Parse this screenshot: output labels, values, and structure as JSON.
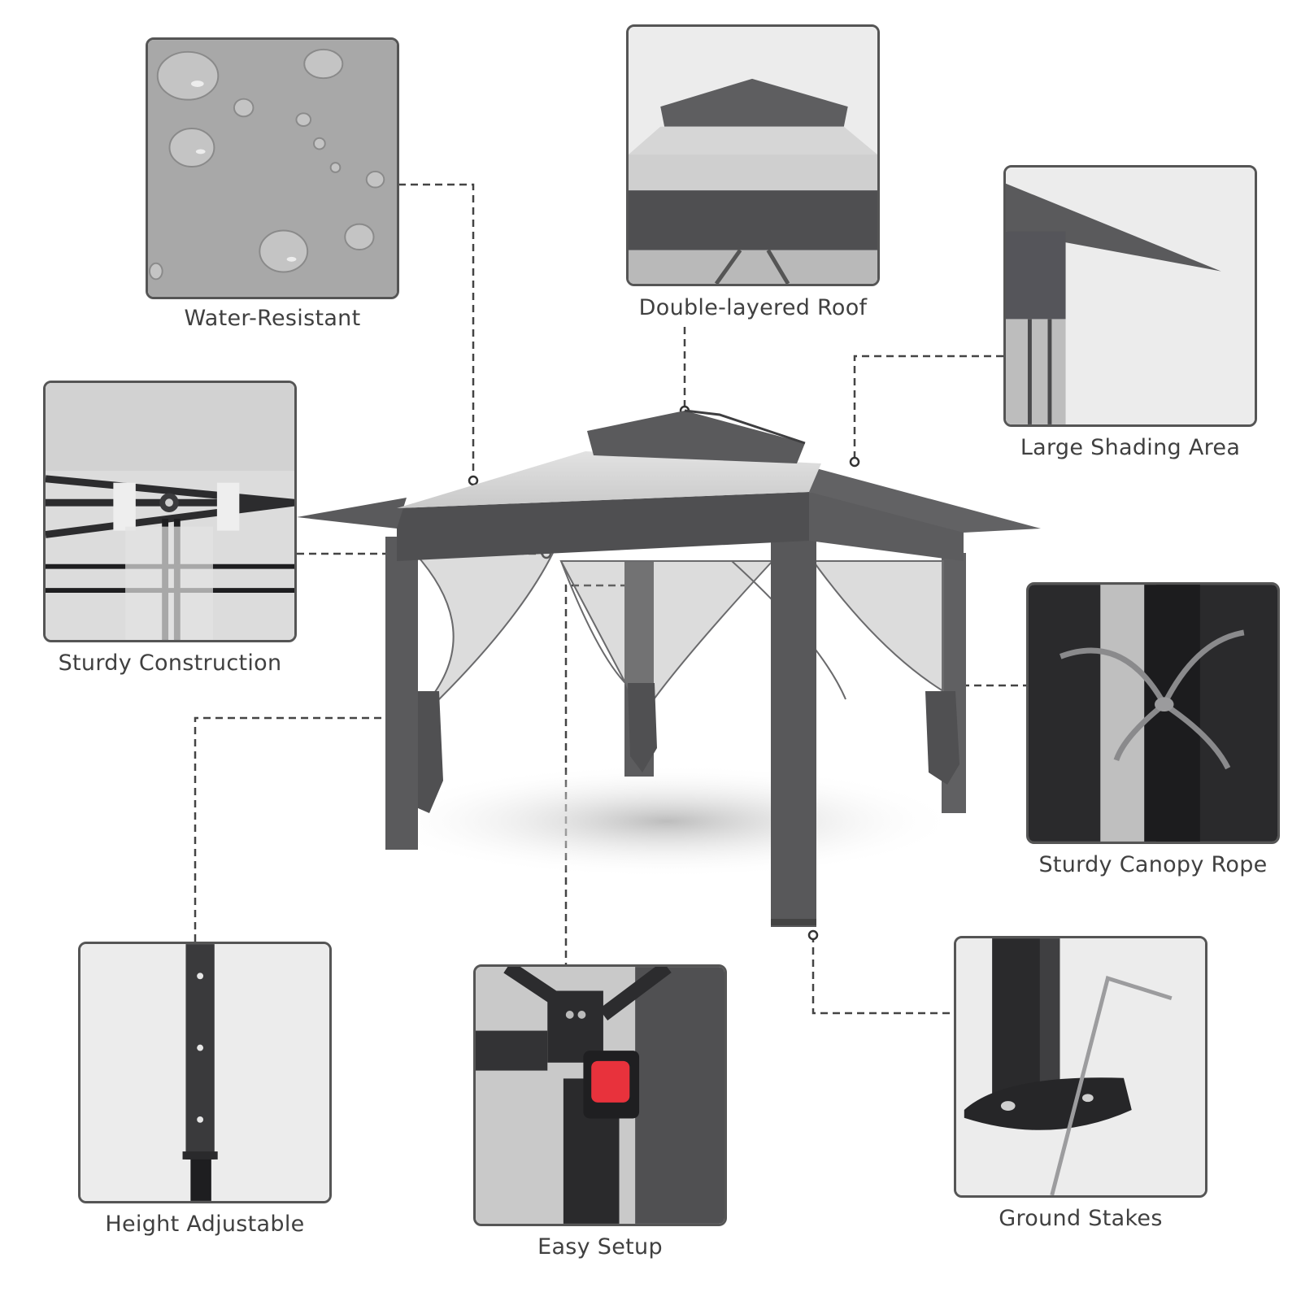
{
  "features": {
    "water_resistant": "Water-Resistant",
    "double_roof": "Double-layered Roof",
    "large_shading": "Large Shading Area",
    "sturdy_construction": "Sturdy Construction",
    "canopy_rope": "Sturdy Canopy Rope",
    "height_adjustable": "Height Adjustable",
    "easy_setup": "Easy Setup",
    "ground_stakes": "Ground Stakes"
  },
  "colors": {
    "frame": "#555555",
    "canopy_dark": "#5a5a5c",
    "canopy_light": "#d6d6d6",
    "accent_button": "#e8323c"
  }
}
